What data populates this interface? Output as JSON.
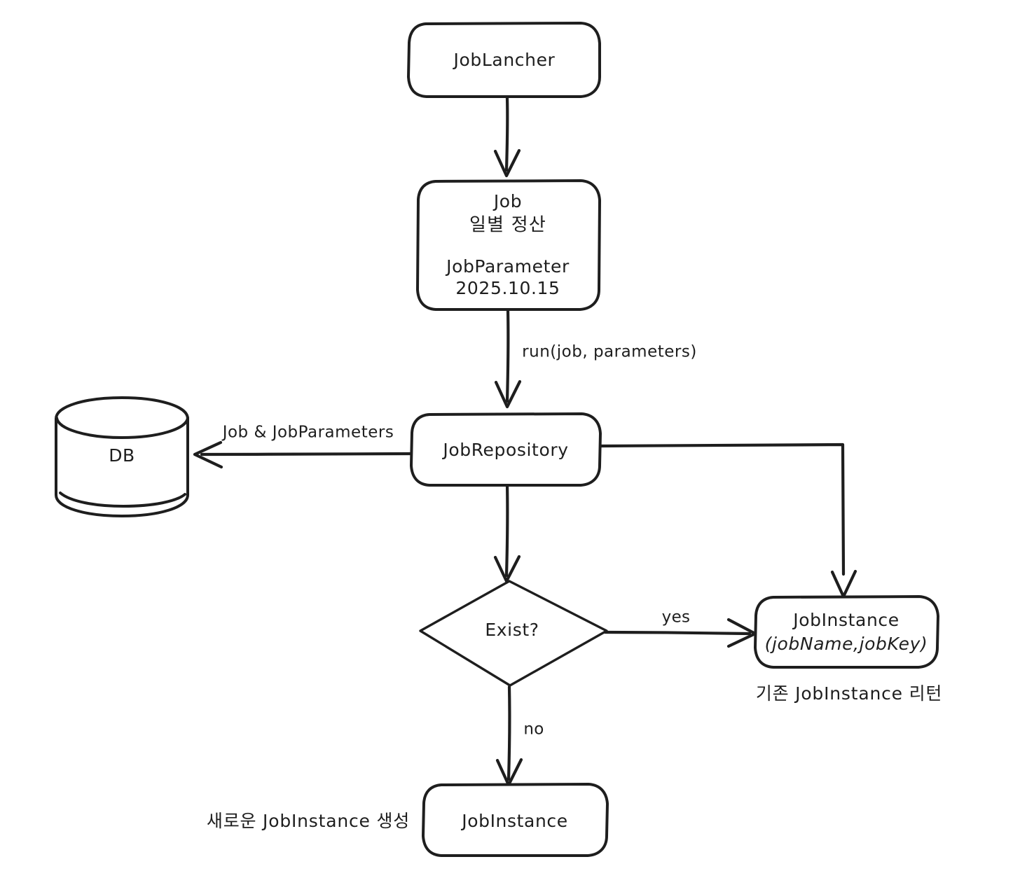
{
  "diagram": {
    "title": "Spring Batch JobLauncher / JobRepository flow",
    "background_color": "#ffffff",
    "stroke_color": "#1e1e1e",
    "style": "hand-drawn sketch (excalidraw)",
    "nodes": [
      {
        "id": "job-lancher",
        "shape": "rounded-rectangle",
        "lines": [
          "JobLancher"
        ]
      },
      {
        "id": "job",
        "shape": "rounded-rectangle",
        "lines": [
          "Job",
          "일별 정산",
          "",
          "JobParameter",
          "2025.10.15"
        ],
        "line1": "Job",
        "line2": "일별 정산",
        "line3": "JobParameter",
        "line4": "2025.10.15"
      },
      {
        "id": "db",
        "shape": "cylinder",
        "lines": [
          "DB"
        ],
        "label": "DB"
      },
      {
        "id": "job-repository",
        "shape": "rounded-rectangle",
        "lines": [
          "JobRepository"
        ],
        "label": "JobRepository"
      },
      {
        "id": "exist-decision",
        "shape": "diamond",
        "lines": [
          "Exist?"
        ],
        "label": "Exist?"
      },
      {
        "id": "job-instance-existing",
        "shape": "rounded-rectangle",
        "lines": [
          "JobInstance",
          "(jobName,jobKey)"
        ],
        "line1": "JobInstance",
        "line2": "(jobName,jobKey)"
      },
      {
        "id": "job-instance-new",
        "shape": "rounded-rectangle",
        "lines": [
          "JobInstance"
        ],
        "label": "JobInstance"
      }
    ],
    "edges": [
      {
        "id": "launcher-to-job",
        "from": "job-lancher",
        "to": "job",
        "label": ""
      },
      {
        "id": "job-to-repository",
        "from": "job",
        "to": "job-repository",
        "label": "run(job, parameters)"
      },
      {
        "id": "repository-to-db",
        "from": "job-repository",
        "to": "db",
        "label": "Job & JobParameters"
      },
      {
        "id": "repository-to-existing-instance",
        "from": "job-repository",
        "to": "job-instance-existing",
        "label": ""
      },
      {
        "id": "repository-to-decision",
        "from": "job-repository",
        "to": "exist-decision",
        "label": ""
      },
      {
        "id": "decision-yes",
        "from": "exist-decision",
        "to": "job-instance-existing",
        "label": "yes"
      },
      {
        "id": "decision-no",
        "from": "exist-decision",
        "to": "job-instance-new",
        "label": "no"
      }
    ],
    "captions": [
      {
        "id": "existing-return-caption",
        "text": "기존 JobInstance 리턴"
      },
      {
        "id": "new-create-caption",
        "text": "새로운 JobInstance 생성"
      }
    ]
  }
}
